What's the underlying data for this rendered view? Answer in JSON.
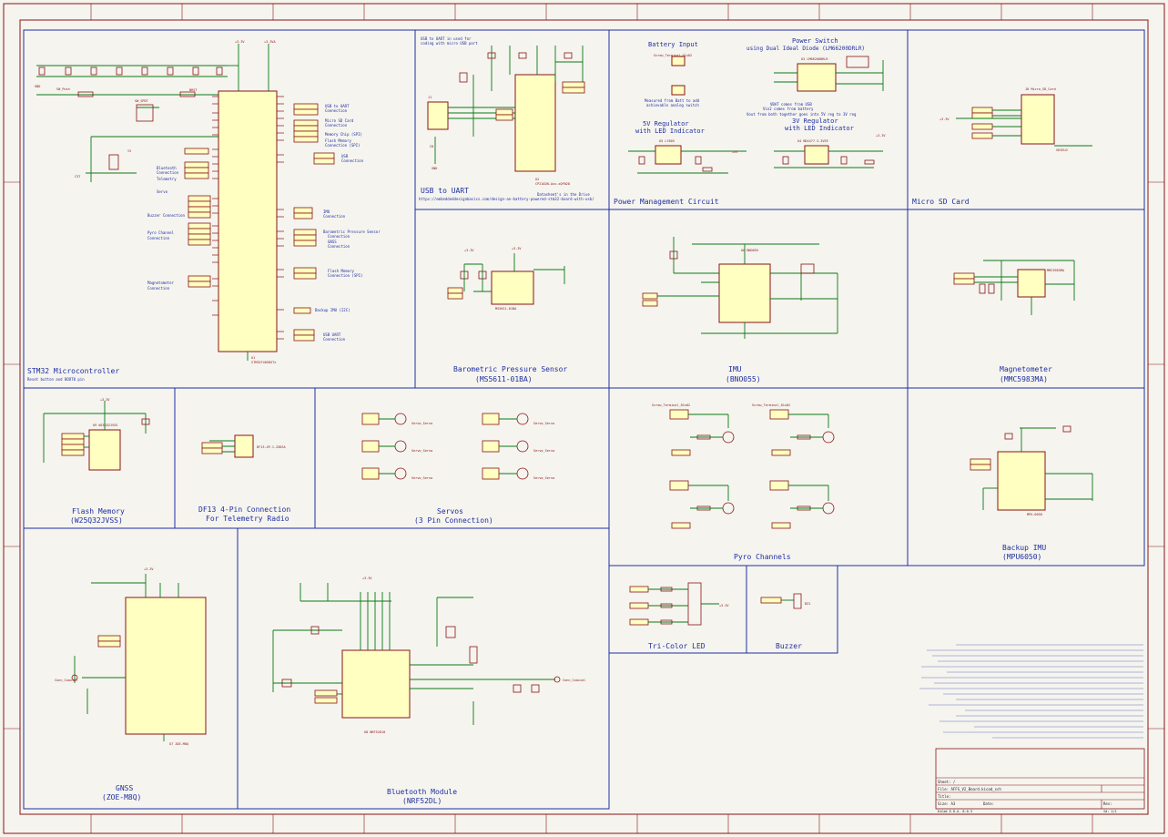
{
  "sections": {
    "stm32": {
      "title": "STM32 Microcontroller"
    },
    "usb_uart": {
      "title": "USB to UART"
    },
    "power": {
      "title": "Power Management Circuit",
      "battery_input": "Battery Input",
      "power_switch": "Power Switch",
      "power_switch_sub": "using Dual Ideal Diode (LM66200DRLR)",
      "reg5v": "5V Regulator",
      "reg5v_sub": "with LED Indicator",
      "reg3v": "3V Regulator",
      "reg3v_sub": "with LED Indicator"
    },
    "microsd": {
      "title": "Micro SD Card"
    },
    "baro": {
      "title": "Barometric Pressure Sensor",
      "subtitle": "(MS5611-01BA)"
    },
    "imu": {
      "title": "IMU",
      "subtitle": "(BNO055)"
    },
    "mag": {
      "title": "Magnetometer",
      "subtitle": "(MMC5983MA)"
    },
    "flash": {
      "title": "Flash Memory",
      "subtitle": "(W25Q32JVSS)"
    },
    "df13": {
      "title": "DF13 4-Pin Connection",
      "subtitle": "For Telemetry Radio"
    },
    "servos": {
      "title": "Servos",
      "subtitle": "(3 Pin Connection)"
    },
    "pyro": {
      "title": "Pyro Channels"
    },
    "backup_imu": {
      "title": "Backup IMU",
      "subtitle": "(MPU6050)"
    },
    "gnss": {
      "title": "GNSS",
      "subtitle": "(ZOE-M8Q)"
    },
    "bluetooth": {
      "title": "Bluetooth Module",
      "subtitle": "(NRF52DL)"
    },
    "led": {
      "title": "Tri-Color LED"
    },
    "buzzer": {
      "title": "Buzzer"
    }
  },
  "title_block": {
    "sheet": "Sheet: /",
    "file": "File: AFFS_V2_Board.kicad_sch",
    "title": "Title:",
    "size": "Size: A3",
    "date": "Date:",
    "rev": "Rev:",
    "kicad": "KiCad E.D.A. 8.0.3",
    "id": "Id: 1/1"
  },
  "colors": {
    "section_border": "#1f2fa0",
    "frame": "#8a1414",
    "wire": "#0a7a14",
    "component_fill": "#ffffc2",
    "background": "#f5f4ef"
  }
}
